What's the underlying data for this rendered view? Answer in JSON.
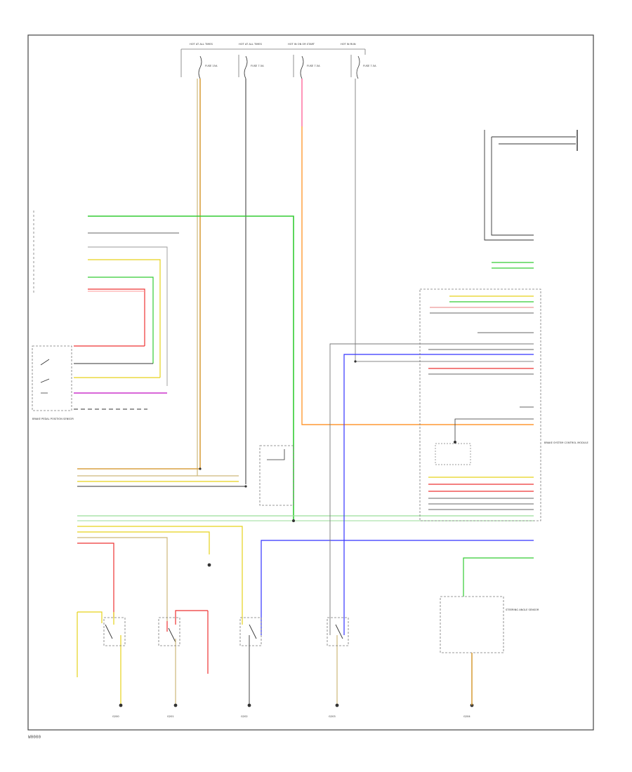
{
  "top_fuse_labels": [
    "HOT AT ALL TIMES",
    "HOT AT ALL TIMES",
    "HOT IN ON OR START",
    "HOT IN RUN"
  ],
  "fuse_labels": [
    "FUSE 15A",
    "FUSE 7.5A",
    "FUSE 7.5A",
    "FUSE 7.5A"
  ],
  "right_box_label": "BRAKE SYSTEM CONTROL MODULE",
  "left_box_label": "BRAKE PEDAL POSITION SENSOR",
  "bottom_box_label": "STEERING ANGLE SENSOR",
  "ground_labels": [
    "G200",
    "G201",
    "G202",
    "G203",
    "G204"
  ],
  "footer_code": "W0000",
  "wire_colors": {
    "orange_tan": "#d9a040",
    "orange": "#ff9933",
    "green": "#33cc33",
    "red": "#ee3333",
    "pink": "#ff6699",
    "violet": "#cc33cc",
    "yellow": "#e6d21a",
    "blue": "#3333ff",
    "black": "#333333",
    "gray": "#888888",
    "light_green": "#99dd99",
    "light_red": "#ee9999",
    "tan": "#cdb87a"
  }
}
